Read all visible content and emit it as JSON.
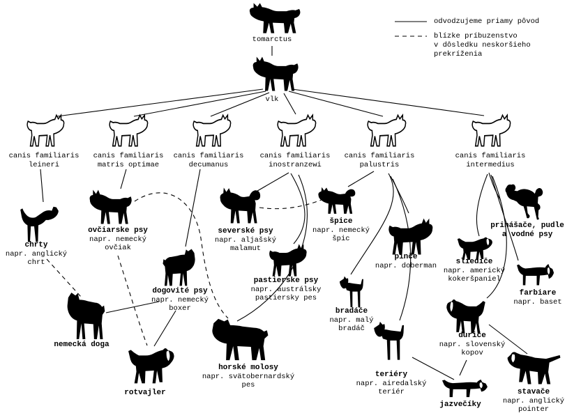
{
  "legend": {
    "solid_label": "odvodzujeme priamy pôvod",
    "dashed_label_1": "blízke príbuzenstvo",
    "dashed_label_2": "v dôsledku neskoršieho",
    "dashed_label_3": "prekríženia"
  },
  "root": {
    "tomarctus": "tomarctus",
    "vlk": "vlk"
  },
  "species": [
    {
      "line1": "canis familiaris",
      "line2": "leineri"
    },
    {
      "line1": "canis familiaris",
      "line2": "matris optimae"
    },
    {
      "line1": "canis familiaris",
      "line2": "decumanus"
    },
    {
      "line1": "canis familiaris",
      "line2": "inostranzewi"
    },
    {
      "line1": "canis familiaris",
      "line2": "palustris"
    },
    {
      "line1": "canis familiaris",
      "line2": "intermedius"
    }
  ],
  "breeds": {
    "chrty": {
      "title": "chrty",
      "sub1": "napr. anglický",
      "sub2": "chrt"
    },
    "ovciarske": {
      "title": "ovčiarske psy",
      "sub1": "napr. nemecký",
      "sub2": "ovčiak"
    },
    "severske": {
      "title": "severské psy",
      "sub1": "napr. aljašský",
      "sub2": "malamut"
    },
    "spice": {
      "title": "špice",
      "sub1": "napr. nemecký",
      "sub2": "špic"
    },
    "pastierske": {
      "title": "pastierske psy",
      "sub1": "napr. austrálsky",
      "sub2": "pastiersky pes"
    },
    "pince": {
      "title": "pinče",
      "sub1": "napr. doberman"
    },
    "prinasace": {
      "title": "prinášače, pudle",
      "title2": "a vodné psy"
    },
    "sliedice": {
      "title": "sliediče",
      "sub1": "napr. americký",
      "sub2": "kokeršpaniel"
    },
    "farbiare": {
      "title": "farbiare",
      "sub1": "napr. baset"
    },
    "dogovite": {
      "title": "dogovité psy",
      "sub1": "napr. nemecký",
      "sub2": "boxer"
    },
    "doga": {
      "title": "nemecká doga"
    },
    "rotvajler": {
      "title": "rotvajler"
    },
    "molosy": {
      "title": "horské molosy",
      "sub1": "napr. svätobernardský",
      "sub2": "pes"
    },
    "bradace": {
      "title": "bradáče",
      "sub1": "napr. malý",
      "sub2": "bradáč"
    },
    "teriery": {
      "title": "teriéry",
      "sub1": "napr. airedalský",
      "sub2": "teriér"
    },
    "jazveciky": {
      "title": "jazvečíky"
    },
    "durice": {
      "title": "duriče",
      "sub1": "napr. slovenský",
      "sub2": "kopov"
    },
    "stavace": {
      "title": "stavače",
      "sub1": "napr. anglický",
      "sub2": "pointer"
    }
  },
  "edges": [
    {
      "from": "tomarctus",
      "to": "vlk",
      "style": "solid"
    },
    {
      "from": "vlk",
      "to": "canis familiaris leineri",
      "style": "solid"
    },
    {
      "from": "vlk",
      "to": "canis familiaris matris optimae",
      "style": "solid"
    },
    {
      "from": "vlk",
      "to": "canis familiaris decumanus",
      "style": "solid"
    },
    {
      "from": "vlk",
      "to": "canis familiaris inostranzewi",
      "style": "solid"
    },
    {
      "from": "vlk",
      "to": "canis familiaris palustris",
      "style": "solid"
    },
    {
      "from": "vlk",
      "to": "canis familiaris intermedius",
      "style": "solid"
    },
    {
      "from": "canis familiaris leineri",
      "to": "chrty",
      "style": "solid"
    },
    {
      "from": "canis familiaris matris optimae",
      "to": "ovčiarske psy",
      "style": "solid"
    },
    {
      "from": "canis familiaris decumanus",
      "to": "dogovité psy",
      "style": "solid"
    },
    {
      "from": "canis familiaris inostranzewi",
      "to": "severské psy",
      "style": "solid"
    },
    {
      "from": "canis familiaris inostranzewi",
      "to": "pastierske psy",
      "style": "solid"
    },
    {
      "from": "canis familiaris inostranzewi",
      "to": "horské molosy",
      "style": "solid"
    },
    {
      "from": "canis familiaris palustris",
      "to": "špice",
      "style": "solid"
    },
    {
      "from": "canis familiaris palustris",
      "to": "pinče",
      "style": "solid"
    },
    {
      "from": "canis familiaris palustris",
      "to": "bradáče",
      "style": "solid"
    },
    {
      "from": "canis familiaris palustris",
      "to": "teriéry",
      "style": "solid"
    },
    {
      "from": "canis familiaris intermedius",
      "to": "prinášače, pudle a vodné psy",
      "style": "solid"
    },
    {
      "from": "canis familiaris intermedius",
      "to": "sliediče",
      "style": "solid"
    },
    {
      "from": "canis familiaris intermedius",
      "to": "farbiare",
      "style": "solid"
    },
    {
      "from": "canis familiaris intermedius",
      "to": "duriče",
      "style": "solid"
    },
    {
      "from": "dogovité psy",
      "to": "nemecká doga",
      "style": "solid"
    },
    {
      "from": "dogovité psy",
      "to": "rotvajler",
      "style": "solid"
    },
    {
      "from": "teriéry",
      "to": "jazvečíky",
      "style": "solid"
    },
    {
      "from": "duriče",
      "to": "jazvečíky",
      "style": "solid"
    },
    {
      "from": "duriče",
      "to": "stavače",
      "style": "solid"
    },
    {
      "from": "chrty",
      "to": "nemecká doga",
      "style": "dashed"
    },
    {
      "from": "ovčiarske psy",
      "to": "rotvajler",
      "style": "dashed"
    },
    {
      "from": "ovčiarske psy",
      "to": "horské molosy",
      "style": "dashed"
    },
    {
      "from": "severské psy",
      "to": "špice",
      "style": "dashed"
    }
  ]
}
